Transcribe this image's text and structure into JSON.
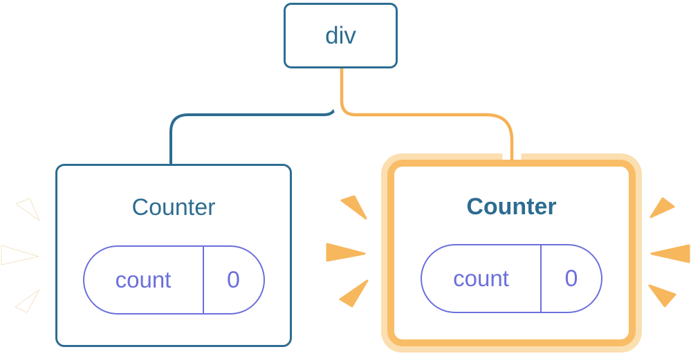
{
  "diagram": {
    "root": {
      "label": "div"
    },
    "left_counter": {
      "title": "Counter",
      "state_key": "count",
      "state_value": "0",
      "highlighted": false
    },
    "right_counter": {
      "title": "Counter",
      "state_key": "count",
      "state_value": "0",
      "highlighted": true
    }
  },
  "colors": {
    "node_blue": "#2D6C91",
    "state_indigo": "#6B6FDC",
    "highlight_orange": "#F8BD66",
    "highlight_halo": "#FBDFB1",
    "connector_orange": "#F6B155",
    "connector_casing": "#FFFFFF",
    "burst_orange": "#F7B75D",
    "burst_white": "#FFFFFF"
  }
}
